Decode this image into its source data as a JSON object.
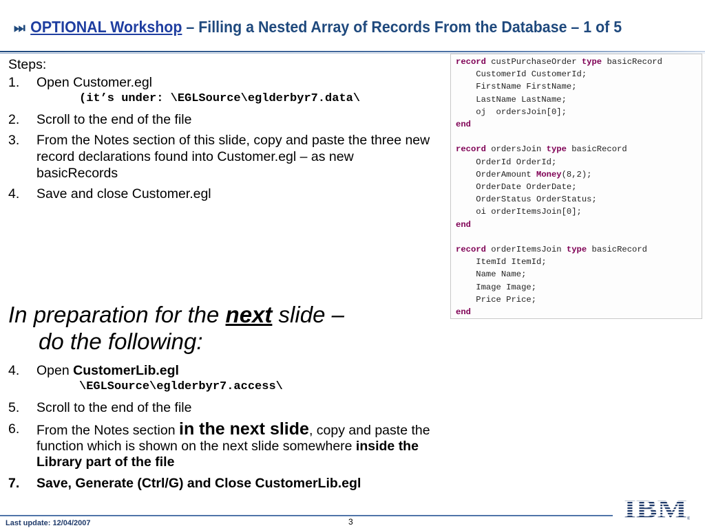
{
  "header": {
    "glyph": "⏭",
    "optional": "OPTIONAL Workshop",
    "rest": " – Filling a Nested Array of Records From the Database – 1 of 5"
  },
  "steps": {
    "heading": "Steps:",
    "items": [
      {
        "num": "1.",
        "text": "Open Customer.egl",
        "code": "(it’s under: \\EGLSource\\eglderbyr7.data\\"
      },
      {
        "num": "2.",
        "text": "Scroll to the end of the file"
      },
      {
        "num": "3.",
        "text": "From the Notes section of this slide, copy and paste the three new record declarations found into Customer.egl – as new basicRecords"
      },
      {
        "num": "4.",
        "text": "Save and close Customer.egl"
      }
    ]
  },
  "prep": {
    "before": "In preparation for the ",
    "next": "next",
    "after": " slide –",
    "line2": "do the following:"
  },
  "steps2": {
    "items": [
      {
        "num": "4.",
        "pre": "Open ",
        "bold": "CustomerLib.egl",
        "code": "\\EGLSource\\eglderbyr7.access\\"
      },
      {
        "num": "5.",
        "text": "Scroll to the end of the file"
      },
      {
        "num": "6.",
        "pre": "From the Notes section ",
        "big": "in the next slide",
        "mid": ", copy and paste the function which is shown on the next slide somewhere ",
        "bold": "inside the Library part of the file"
      },
      {
        "num": "7.",
        "text": "Save, Generate (Ctrl/G) and Close CustomerLib.egl"
      }
    ]
  },
  "code_panel": {
    "lines": [
      [
        [
          "kw",
          "record"
        ],
        [
          "t",
          " custPurchaseOrder "
        ],
        [
          "kw",
          "type"
        ],
        [
          "t",
          " basicRecord"
        ]
      ],
      [
        [
          "t",
          "    CustomerId CustomerId;"
        ]
      ],
      [
        [
          "t",
          "    FirstName FirstName;"
        ]
      ],
      [
        [
          "t",
          "    LastName LastName;"
        ]
      ],
      [
        [
          "t",
          "    oj  ordersJoin[0];"
        ]
      ],
      [
        [
          "kw",
          "end"
        ]
      ],
      [
        [
          "t",
          ""
        ]
      ],
      [
        [
          "kw",
          "record"
        ],
        [
          "t",
          " ordersJoin "
        ],
        [
          "kw",
          "type"
        ],
        [
          "t",
          " basicRecord"
        ]
      ],
      [
        [
          "t",
          "    OrderId OrderId;"
        ]
      ],
      [
        [
          "t",
          "    OrderAmount "
        ],
        [
          "kw",
          "Money"
        ],
        [
          "t",
          "(8,2);"
        ]
      ],
      [
        [
          "t",
          "    OrderDate OrderDate;"
        ]
      ],
      [
        [
          "t",
          "    OrderStatus OrderStatus;"
        ]
      ],
      [
        [
          "t",
          "    oi orderItemsJoin[0];"
        ]
      ],
      [
        [
          "kw",
          "end"
        ]
      ],
      [
        [
          "t",
          ""
        ]
      ],
      [
        [
          "kw",
          "record"
        ],
        [
          "t",
          " orderItemsJoin "
        ],
        [
          "kw",
          "type"
        ],
        [
          "t",
          " basicRecord"
        ]
      ],
      [
        [
          "t",
          "    ItemId ItemId;"
        ]
      ],
      [
        [
          "t",
          "    Name Name;"
        ]
      ],
      [
        [
          "t",
          "    Image Image;"
        ]
      ],
      [
        [
          "t",
          "    Price Price;"
        ]
      ],
      [
        [
          "kw",
          "end"
        ]
      ]
    ]
  },
  "footer": {
    "date": "Last update: 12/04/2007",
    "page": "3",
    "logo": "IBM"
  },
  "colors": {
    "title": "#1f497d",
    "keyword": "#7f0055",
    "ibm_blue": "#1f3a6a"
  }
}
